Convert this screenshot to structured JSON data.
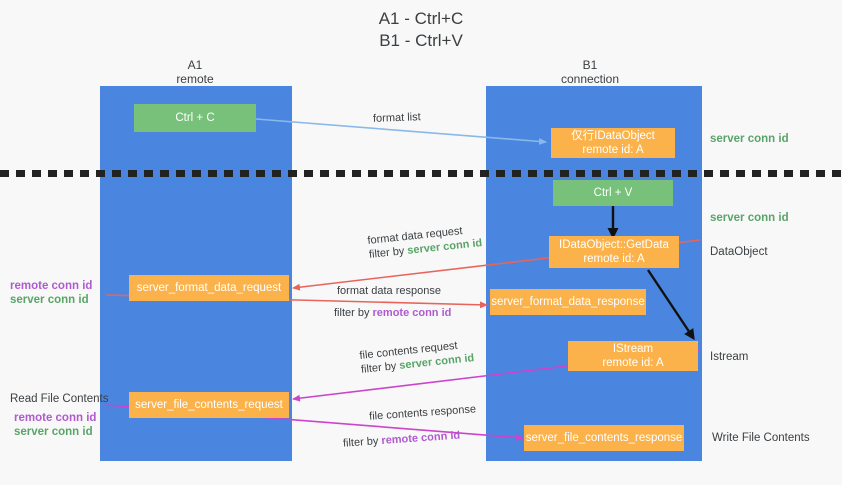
{
  "title": {
    "line1": "A1 - Ctrl+C",
    "line2": "B1 - Ctrl+V"
  },
  "lanes": [
    {
      "name": "A1",
      "sub": "remote"
    },
    {
      "name": "B1",
      "sub": "connection"
    }
  ],
  "nodes": {
    "ctrl_c": "Ctrl + C",
    "ctrl_v": "Ctrl + V",
    "idataobject_create_l1": "仅行IDataObject",
    "idataobject_create_l2": "remote id: A",
    "getdata_l1": "IDataObject::GetData",
    "getdata_l2": "remote id: A",
    "istream_l1": "IStream",
    "istream_l2": "remote id: A",
    "server_format_data_request": "server_format_data_request",
    "server_format_data_response": "server_format_data_response",
    "server_file_contents_request": "server_file_contents_request",
    "server_file_contents_response": "server_file_contents_response"
  },
  "right_labels": {
    "server_conn_id_top": "server conn id",
    "server_conn_id_mid": "server conn id",
    "dataobject": "DataObject",
    "istream": "Istream",
    "write_file_contents": "Write File Contents"
  },
  "left_labels": {
    "remote_conn_id_1": "remote conn id",
    "server_conn_id_1": "server conn id",
    "read_file_contents": "Read File Contents",
    "remote_conn_id_2": "remote conn id",
    "server_conn_id_2": "server conn id"
  },
  "arrows": {
    "format_list": "format list",
    "format_data_request": "format data request",
    "format_data_request_filter_prefix": "filter by ",
    "format_data_request_filter_value": "server conn id",
    "format_data_response": "format data response",
    "format_data_response_filter_prefix": "filter by ",
    "format_data_response_filter_value": "remote conn id",
    "file_contents_request": "file contents request",
    "file_contents_request_filter_prefix": "filter by ",
    "file_contents_request_filter_value": "server conn id",
    "file_contents_response": "file contents response",
    "file_contents_response_filter_prefix": "filter by ",
    "file_contents_response_filter_value": "remote conn id"
  },
  "colors": {
    "lane_blue": "#4a86e0",
    "box_orange": "#fbb24a",
    "box_green": "#77c17a",
    "server_green": "#5aa469",
    "remote_purple": "#b05ad0",
    "arrow_blue": "#8ab8e8",
    "arrow_red": "#e8645a",
    "arrow_magenta": "#cc44cc",
    "arrow_black": "#111111",
    "background": "#f8f8f8"
  }
}
